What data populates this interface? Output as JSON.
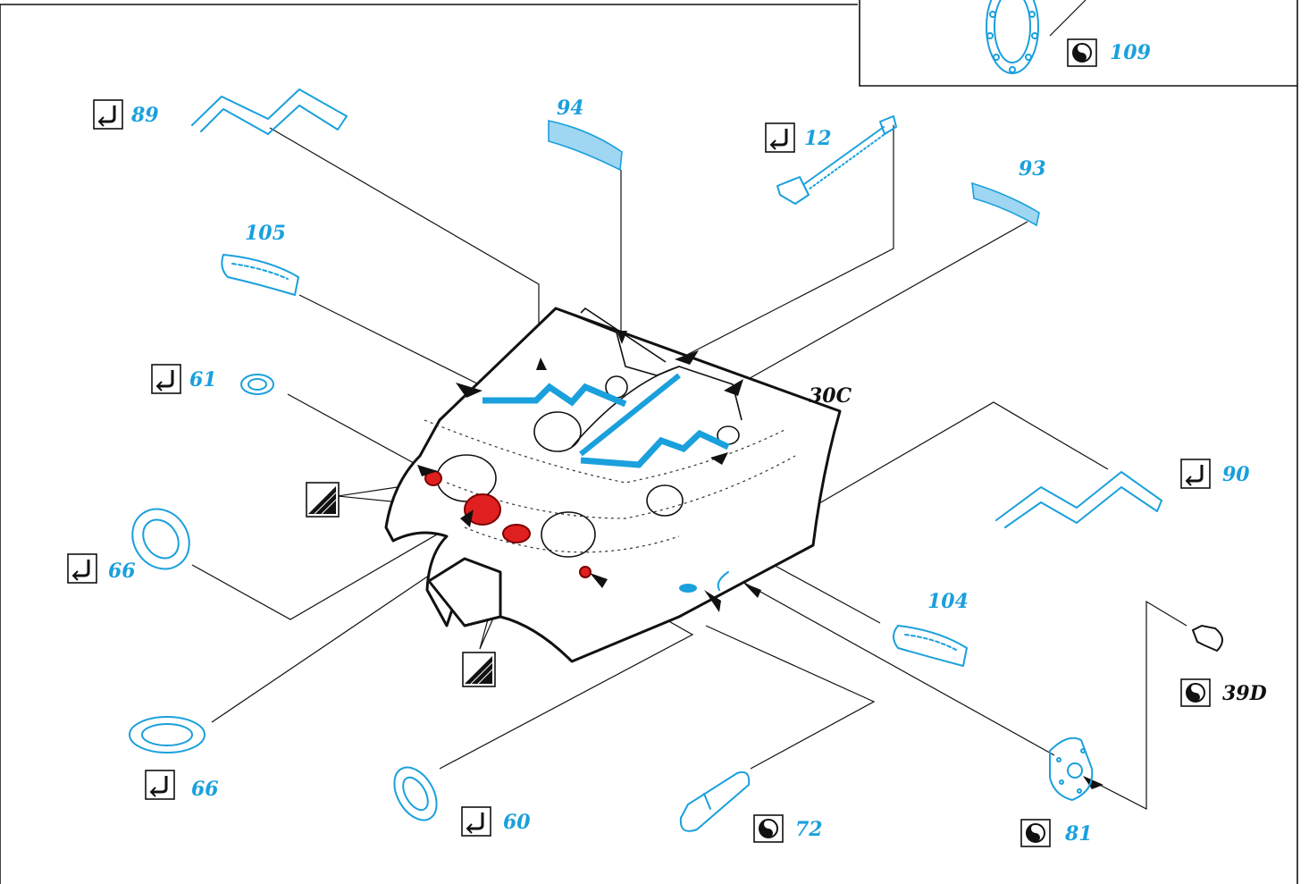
{
  "main_part": {
    "label": "30C"
  },
  "parts": [
    {
      "id": "p109",
      "number": "109",
      "icon": "photo-etch-icon"
    },
    {
      "id": "p89",
      "number": "89",
      "icon": "bend-icon"
    },
    {
      "id": "p94",
      "number": "94",
      "icon": ""
    },
    {
      "id": "p12",
      "number": "12",
      "icon": "bend-icon"
    },
    {
      "id": "p93",
      "number": "93",
      "icon": ""
    },
    {
      "id": "p105",
      "number": "105",
      "icon": ""
    },
    {
      "id": "p61",
      "number": "61",
      "icon": "bend-icon"
    },
    {
      "id": "p90",
      "number": "90",
      "icon": "bend-icon"
    },
    {
      "id": "p66a",
      "number": "66",
      "icon": "bend-icon"
    },
    {
      "id": "p104",
      "number": "104",
      "icon": ""
    },
    {
      "id": "p39D",
      "number": "39D",
      "icon": "photo-etch-icon"
    },
    {
      "id": "p66b",
      "number": "66",
      "icon": "bend-icon"
    },
    {
      "id": "p60",
      "number": "60",
      "icon": "bend-icon"
    },
    {
      "id": "p72",
      "number": "72",
      "icon": "photo-etch-icon"
    },
    {
      "id": "p81",
      "number": "81",
      "icon": "photo-etch-icon"
    }
  ],
  "colors": {
    "part_blue": "#1aa0dc",
    "part_fill": "#9fd6f2",
    "paint_red": "#e02020",
    "line": "#111111"
  }
}
